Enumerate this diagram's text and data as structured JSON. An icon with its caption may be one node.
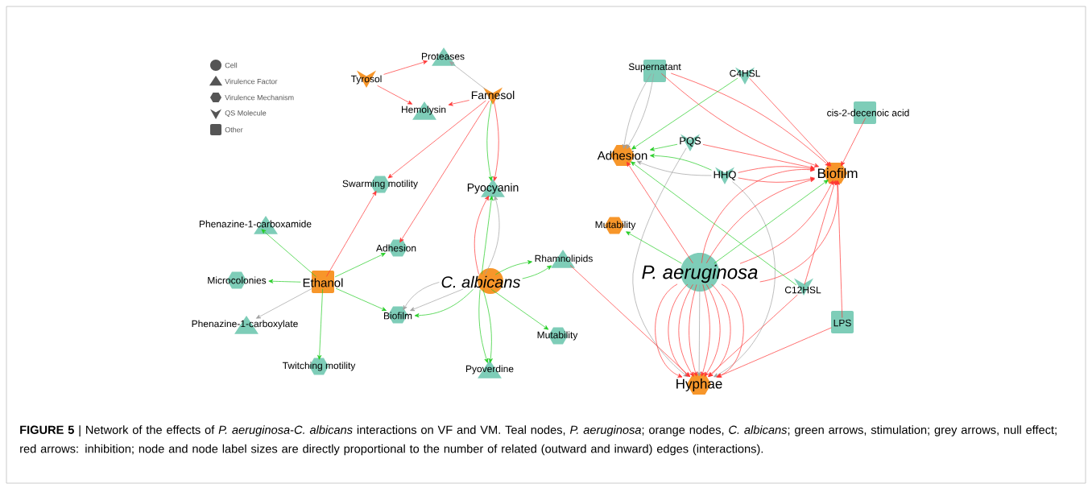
{
  "diagram": {
    "caption": "**FIGURE 5** | Network of the effects of *P. aeruginosa*-*C. albicans* interactions on VF and VM. Teal nodes, *P. aeruginosa*; orange nodes, *C. albicans*; green arrows, stimulation; grey arrows, null effect; red arrows: inhibition; node and node label sizes are directly proportional to the number of related (outward and inward) edges (interactions).",
    "nodes": [
      {
        "text": [
          "Proteases"
        ]
      },
      {
        "text": [
          "Tyrosol"
        ]
      },
      {
        "text": [
          "Farnesol"
        ]
      },
      {
        "text": [
          "Hemolysin"
        ]
      },
      {
        "text": [
          "Swarming motility"
        ]
      },
      {
        "text": [
          "Pyocyanin"
        ]
      },
      {
        "text": [
          "Phenazine-1-carboxamide"
        ]
      },
      {
        "text": [
          "Adhesion"
        ]
      },
      {
        "text": [
          "Microcolonies"
        ]
      },
      {
        "text": [
          "Ethanol"
        ]
      },
      {
        "text": [
          "C. albicans"
        ]
      },
      {
        "text": [
          "Rhamnolipids"
        ]
      },
      {
        "text": [
          "Biofilm"
        ]
      },
      {
        "text": [
          "Phenazine-1-carboxylate"
        ]
      },
      {
        "text": [
          "Mutability"
        ]
      },
      {
        "text": [
          "Twitching motility"
        ]
      },
      {
        "text": [
          "Pyoverdine"
        ]
      },
      {
        "text": [
          "Supernatant"
        ]
      },
      {
        "text": [
          "C4HSL"
        ]
      },
      {
        "text": [
          "cis-2-decenoic acid"
        ]
      },
      {
        "text": [
          "PQS"
        ]
      },
      {
        "text": [
          "Adhesion"
        ]
      },
      {
        "text": [
          "HHQ"
        ]
      },
      {
        "text": [
          "Biofilm"
        ]
      },
      {
        "text": [
          "Mutability"
        ]
      },
      {
        "text": [
          "P. aeruginosa"
        ]
      },
      {
        "text": [
          "C12HSL"
        ]
      },
      {
        "text": [
          "LPS"
        ]
      },
      {
        "text": [
          "Hyphae"
        ]
      }
    ],
    "edges": [
      {
        "from": 1,
        "to": 0,
        "arrow": "to"
      },
      {
        "from": 1,
        "to": 3,
        "arrow": "to"
      },
      {
        "from": 2,
        "to": 0,
        "arrow": "to",
        "color": "#a0a0a0"
      },
      {
        "from": 2,
        "to": 3,
        "arrow": "to"
      },
      {
        "from": 2,
        "to": 4,
        "arrow": "to"
      },
      {
        "from": 2,
        "to": 7,
        "arrow": "to"
      },
      {
        "from": 2,
        "to": 5,
        "arrow": "to",
        "color": "#22cc22"
      },
      {
        "from": 2,
        "to": 5,
        "arrow": "to"
      },
      {
        "from": 9,
        "to": 4,
        "arrow": "to"
      },
      {
        "from": 9,
        "to": 6,
        "arrow": "to",
        "color": "#22cc22"
      },
      {
        "from": 9,
        "to": 7,
        "arrow": "to",
        "color": "#22cc22"
      },
      {
        "from": 9,
        "to": 8,
        "arrow": "to",
        "color": "#22cc22"
      },
      {
        "from": 9,
        "to": 13,
        "arrow": "to",
        "color": "#a0a0a0"
      },
      {
        "from": 9,
        "to": 12,
        "arrow": "to",
        "color": "#22cc22"
      },
      {
        "from": 9,
        "to": 15,
        "arrow": "to",
        "color": "#22cc22"
      },
      {
        "from": 10,
        "to": 5,
        "arrow": "to",
        "color": "#a0a0a0"
      },
      {
        "from": 10,
        "to": 5,
        "arrow": "to",
        "color": "#22cc22"
      },
      {
        "from": 10,
        "to": 5,
        "arrow": "to"
      },
      {
        "from": 10,
        "to": 11,
        "arrow": "to",
        "color": "#22cc22"
      },
      {
        "from": 10,
        "to": 11,
        "arrow": "to",
        "color": "#22cc22"
      },
      {
        "from": 10,
        "to": 12,
        "arrow": "to",
        "color": "#a0a0a0"
      },
      {
        "from": 10,
        "to": 12,
        "arrow": "to",
        "color": "#a0a0a0"
      },
      {
        "from": 10,
        "to": 12,
        "arrow": "to",
        "color": "#22cc22"
      },
      {
        "from": 10,
        "to": 14,
        "arrow": "to",
        "color": "#22cc22"
      },
      {
        "from": 10,
        "to": 16,
        "arrow": "to",
        "color": "#22cc22"
      },
      {
        "from": 10,
        "to": 16,
        "arrow": "to",
        "color": "#22cc22"
      },
      {
        "from": 11,
        "to": 28,
        "arrow": "to"
      },
      {
        "from": 17,
        "to": 21,
        "arrow": "to",
        "color": "#a0a0a0"
      },
      {
        "from": 17,
        "to": 21,
        "arrow": "to",
        "color": "#a0a0a0"
      },
      {
        "from": 17,
        "to": 23,
        "arrow": "to"
      },
      {
        "from": 17,
        "to": 23,
        "arrow": "to"
      },
      {
        "from": 18,
        "to": 21,
        "arrow": "to",
        "color": "#22cc22"
      },
      {
        "from": 18,
        "to": 23,
        "arrow": "to"
      },
      {
        "from": 19,
        "to": 23,
        "arrow": "to"
      },
      {
        "from": 20,
        "to": 21,
        "arrow": "to",
        "color": "#22cc22"
      },
      {
        "from": 20,
        "to": 23,
        "arrow": "to"
      },
      {
        "from": 20,
        "to": 28,
        "arrow": "to",
        "color": "#a0a0a0"
      },
      {
        "from": 22,
        "to": 21,
        "arrow": "to",
        "color": "#22cc22"
      },
      {
        "from": 22,
        "to": 21,
        "arrow": "to",
        "color": "#a0a0a0"
      },
      {
        "from": 22,
        "to": 23,
        "arrow": "to"
      },
      {
        "from": 22,
        "to": 23,
        "arrow": "to"
      },
      {
        "from": 22,
        "to": 28,
        "arrow": "to",
        "color": "#a0a0a0"
      },
      {
        "from": 25,
        "to": 21,
        "arrow": "to"
      },
      {
        "from": 25,
        "to": 24,
        "arrow": "to",
        "color": "#22cc22"
      },
      {
        "from": 25,
        "to": 23,
        "arrow": "to"
      },
      {
        "from": 25,
        "to": 23,
        "arrow": "to"
      },
      {
        "from": 25,
        "to": 23,
        "arrow": "to",
        "color": "#22cc22"
      },
      {
        "from": 25,
        "to": 23,
        "arrow": "to"
      },
      {
        "from": 25,
        "to": 23,
        "arrow": "to"
      },
      {
        "from": 26,
        "to": 21,
        "arrow": "to",
        "color": "#22cc22"
      },
      {
        "from": 26,
        "to": 23,
        "arrow": "to"
      },
      {
        "from": 26,
        "to": 28,
        "arrow": "to"
      },
      {
        "from": 27,
        "to": 23,
        "arrow": "to"
      },
      {
        "from": 27,
        "to": 28,
        "arrow": "to"
      },
      {
        "from": 25,
        "to": 28,
        "arrow": "to"
      },
      {
        "from": 25,
        "to": 28,
        "arrow": "to"
      },
      {
        "from": 25,
        "to": 28,
        "arrow": "to"
      },
      {
        "from": 25,
        "to": 28,
        "arrow": "to"
      },
      {
        "from": 25,
        "to": 28,
        "arrow": "to",
        "color": "#a0a0a0"
      },
      {
        "from": 25,
        "to": 28,
        "arrow": "to"
      },
      {
        "from": 25,
        "to": 28,
        "arrow": "to"
      },
      {
        "from": 25,
        "to": 28,
        "arrow": "to"
      },
      {
        "from": 25,
        "to": 28,
        "arrow": "to"
      }
    ],
    "legend": [
      {
        "text": "Cell"
      },
      {
        "text": "Virulence Factor"
      },
      {
        "text": "Virulence Mechanism"
      },
      {
        "text": "QS Molecule"
      },
      {
        "text": "Other"
      }
    ]
  }
}
